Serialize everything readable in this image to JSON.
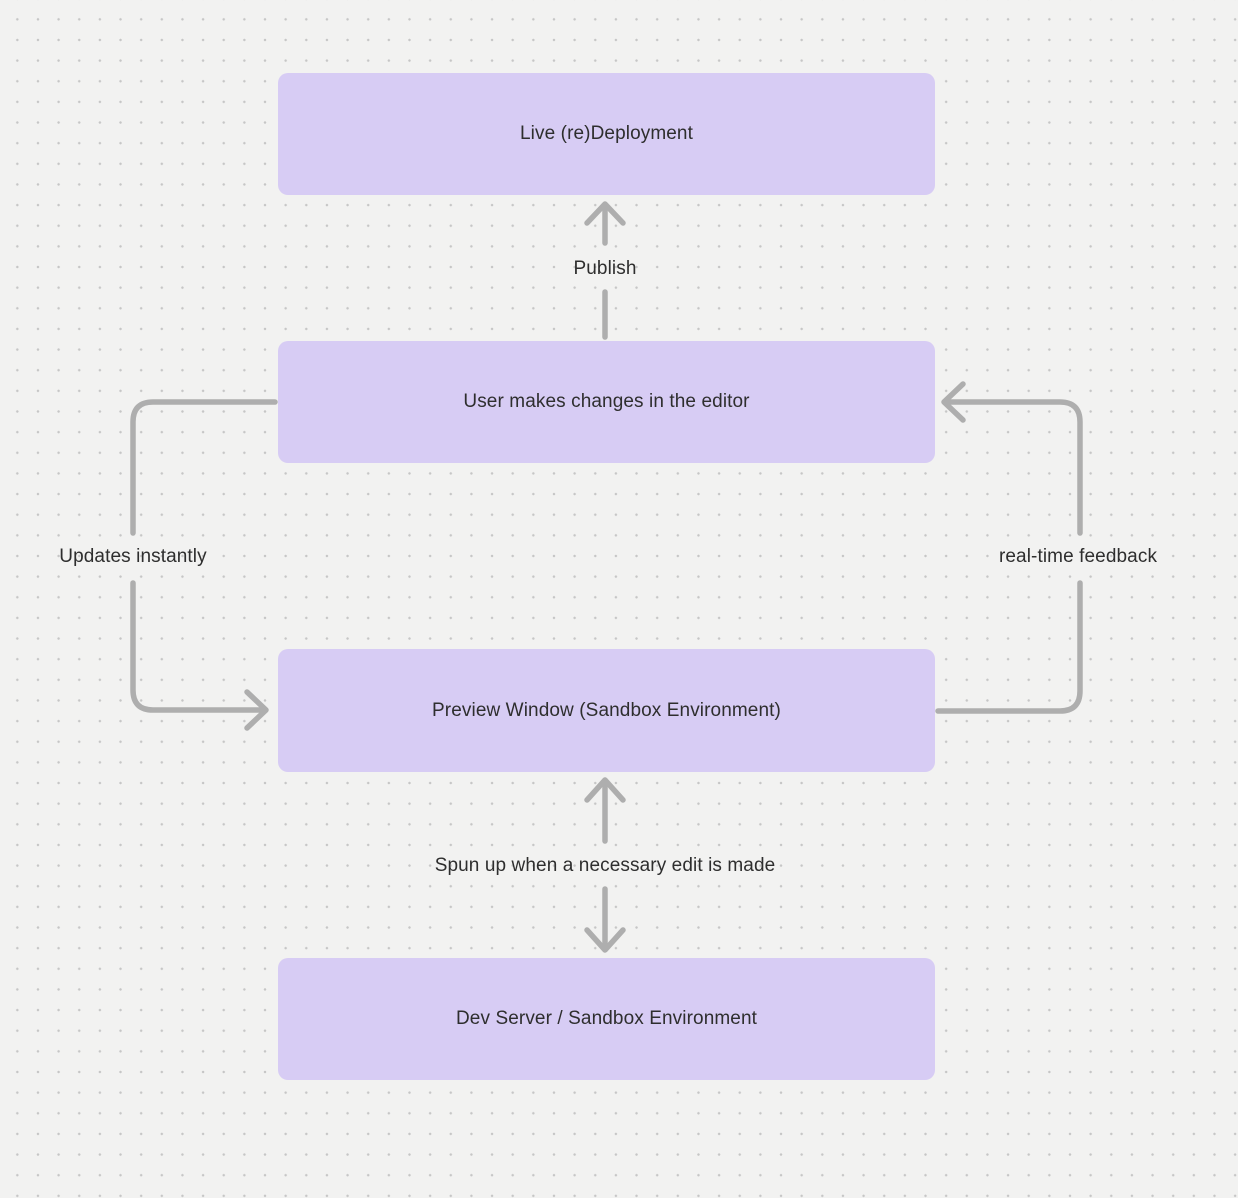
{
  "canvas": {
    "background_color": "#f2f2f1",
    "dot_color": "#c6c6c6",
    "node_fill_color": "#d7ccf4",
    "arrow_color": "#aeaeae",
    "text_color": "#2e2e2e"
  },
  "nodes": [
    {
      "id": "live-redeployment",
      "label": "Live (re)Deployment"
    },
    {
      "id": "user-editor",
      "label": "User makes changes in the editor"
    },
    {
      "id": "preview-window",
      "label": "Preview Window (Sandbox Environment)"
    },
    {
      "id": "dev-server",
      "label": "Dev Server / Sandbox Environment"
    }
  ],
  "edges": [
    {
      "id": "publish",
      "label": "Publish",
      "from": "user-editor",
      "to": "live-redeployment",
      "direction": "up"
    },
    {
      "id": "updates-instantly",
      "label": "Updates instantly",
      "from": "user-editor",
      "to": "preview-window",
      "direction": "left-loop-down"
    },
    {
      "id": "real-time-feedback",
      "label": "real-time feedback",
      "from": "preview-window",
      "to": "user-editor",
      "direction": "right-loop-up"
    },
    {
      "id": "spun-up",
      "label": "Spun up when a necessary edit is made",
      "from": "dev-server",
      "to": "preview-window",
      "direction": "up-and-down"
    }
  ]
}
